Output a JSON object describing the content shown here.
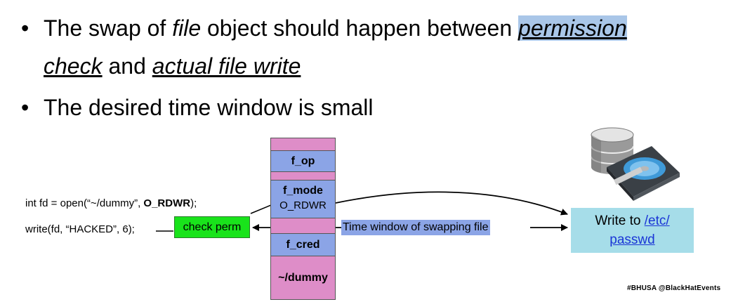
{
  "bullets": {
    "b1": {
      "pre": "The swap of ",
      "file": "file",
      "mid": " object should happen between ",
      "perm1": "permission",
      "perm2": "check",
      "and": " and ",
      "write": "actual file write"
    },
    "b2": {
      "text": "The desired time window is small"
    },
    "dot": "•"
  },
  "code": {
    "line1_pre": "int fd = open(“~/dummy”, ",
    "line1_bold": "O_RDWR",
    "line1_post": ");",
    "line2": "write(fd, “HACKED”, 6);"
  },
  "stack": {
    "f_op": "f_op",
    "f_mode": "f_mode",
    "o_rdwr": "O_RDWR",
    "f_cred": "f_cred",
    "dummy": "~/dummy"
  },
  "labels": {
    "check_perm": "check perm",
    "time_window": "Time window of swapping file",
    "write_to": "Write to ",
    "etc": "/etc/",
    "passwd": "passwd"
  },
  "footer": "#BHUSA  @BlackHatEvents",
  "colors": {
    "stack_blue": "#8ba4e6",
    "stack_pink": "#de8dc8",
    "check_green": "#19e31b",
    "write_box": "#a6dde9",
    "highlight": "#a9c6e8",
    "link": "#1a35d6"
  },
  "icons": [
    "database-icon",
    "hard-disk-icon"
  ]
}
